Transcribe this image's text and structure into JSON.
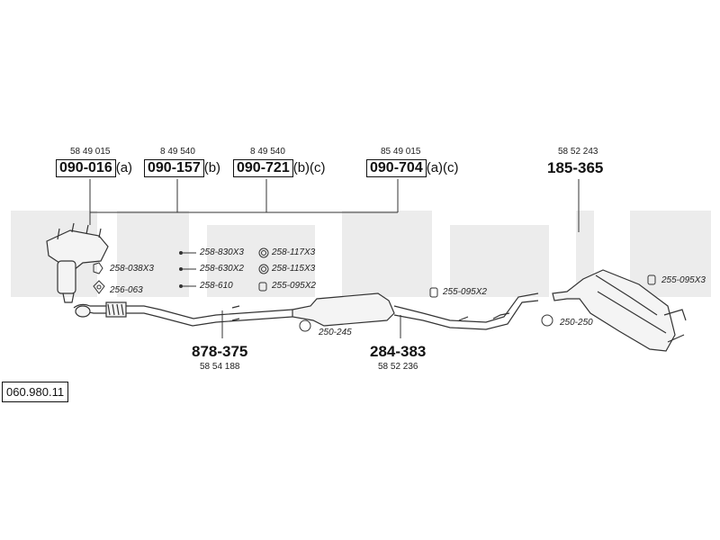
{
  "reference": "060.980.11",
  "manifolds": [
    {
      "oe": "58 49 015",
      "part": "090-016",
      "suffix": "(a)"
    },
    {
      "oe": "8 49 540",
      "part": "090-157",
      "suffix": "(b)"
    },
    {
      "oe": "8 49 540",
      "part": "090-721",
      "suffix": "(b)(c)"
    },
    {
      "oe": "85 49 015",
      "part": "090-704",
      "suffix": "(a)(c)"
    }
  ],
  "rear_silencer": {
    "oe": "58 52 243",
    "part": "185-365"
  },
  "front_pipe": {
    "oe": "58 54 188",
    "part": "878-375"
  },
  "centre_silencer": {
    "oe": "58 52 236",
    "part": "284-383"
  },
  "accessories": {
    "a1": "258-830X3",
    "a2": "258-630X2",
    "a3": "258-610",
    "a4": "258-117X3",
    "a5": "258-115X3",
    "a6": "255-095X2",
    "a7": "258-038X3",
    "a8": "256-063",
    "a9": "250-245",
    "a10": "255-095X2",
    "a11": "250-250",
    "a12": "255-095X3"
  },
  "colors": {
    "watermark": "#ececec",
    "line": "#333333"
  }
}
